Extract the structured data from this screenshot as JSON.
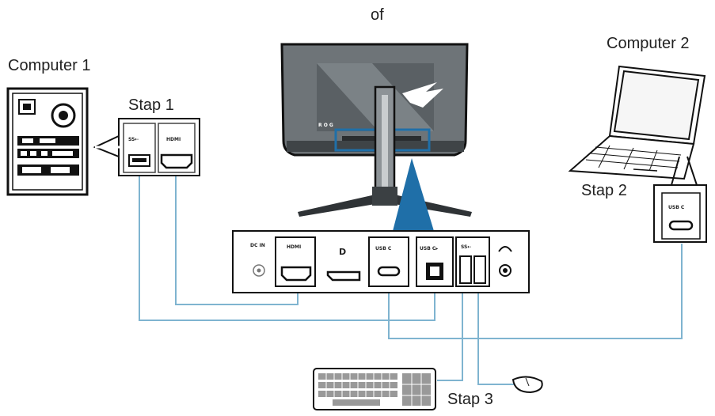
{
  "labels": {
    "top_text": "of",
    "computer1": "Computer 1",
    "computer2": "Computer 2",
    "step1": "Stap 1",
    "step2": "Stap 2",
    "step3": "Stap 3"
  },
  "port_labels": {
    "usb3": "SS⇠",
    "hdmi": "HDMI",
    "usbc": "USB C",
    "usbb": "USB C▸",
    "dc": "DC IN"
  },
  "colors": {
    "cable": "#7fb4d0",
    "highlight": "#1f6fa8",
    "monitor_fill": "#6e7478"
  }
}
